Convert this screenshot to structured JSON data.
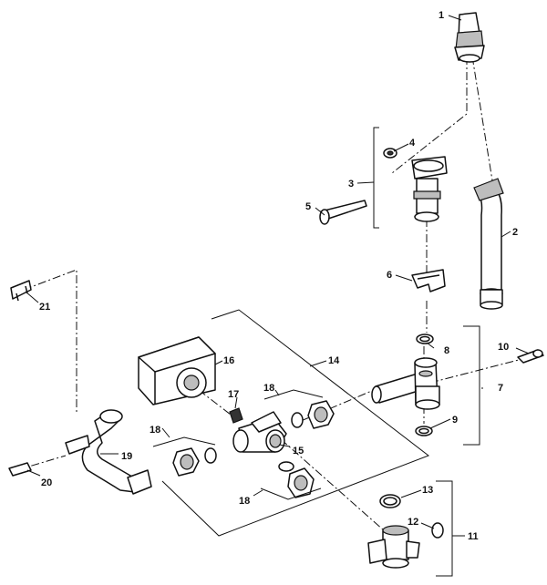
{
  "callouts": {
    "c1": "1",
    "c2": "2",
    "c3": "3",
    "c4": "4",
    "c5": "5",
    "c6": "6",
    "c7": "7",
    "c8": "8",
    "c9": "9",
    "c10": "10",
    "c11": "11",
    "c12": "12",
    "c13": "13",
    "c14": "14",
    "c15": "15",
    "c16": "16",
    "c17": "17",
    "c18a": "18",
    "c18b": "18",
    "c18c": "18",
    "c19": "19",
    "c20": "20",
    "c21": "21"
  }
}
